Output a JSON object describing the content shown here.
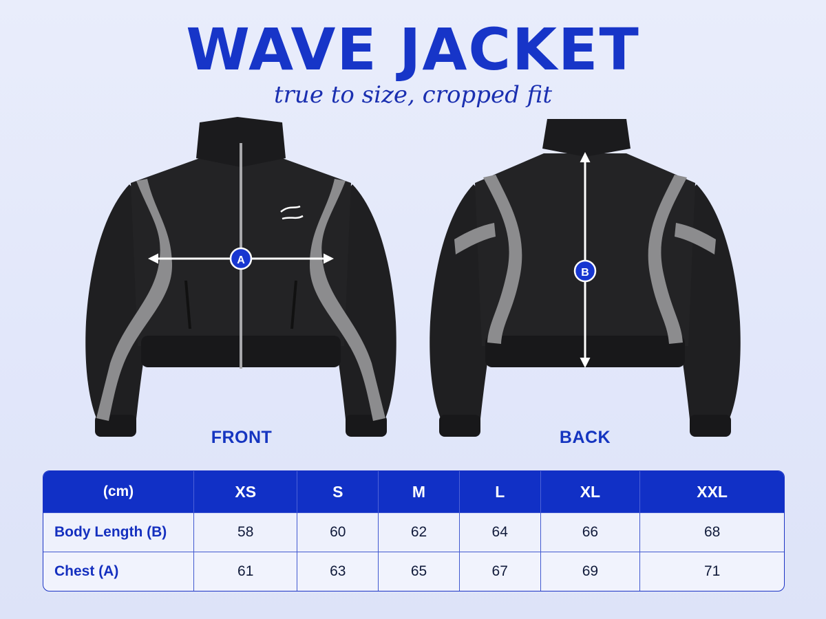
{
  "title": "WAVE JACKET",
  "subtitle": "true to size, cropped fit",
  "views": {
    "front_label": "FRONT",
    "back_label": "BACK",
    "front_marker": "A",
    "back_marker": "B"
  },
  "colors": {
    "brand_blue": "#1735c8",
    "jacket_body": "#1f1f21",
    "jacket_panel": "#8c8c8e",
    "background": "#e6eafa"
  },
  "size_chart": {
    "unit_header": "(cm)",
    "sizes": [
      "XS",
      "S",
      "M",
      "L",
      "XL",
      "XXL"
    ],
    "rows": [
      {
        "label": "Body Length (B)",
        "values": [
          "58",
          "60",
          "62",
          "64",
          "66",
          "68"
        ]
      },
      {
        "label": "Chest (A)",
        "values": [
          "61",
          "63",
          "65",
          "67",
          "69",
          "71"
        ]
      }
    ]
  }
}
